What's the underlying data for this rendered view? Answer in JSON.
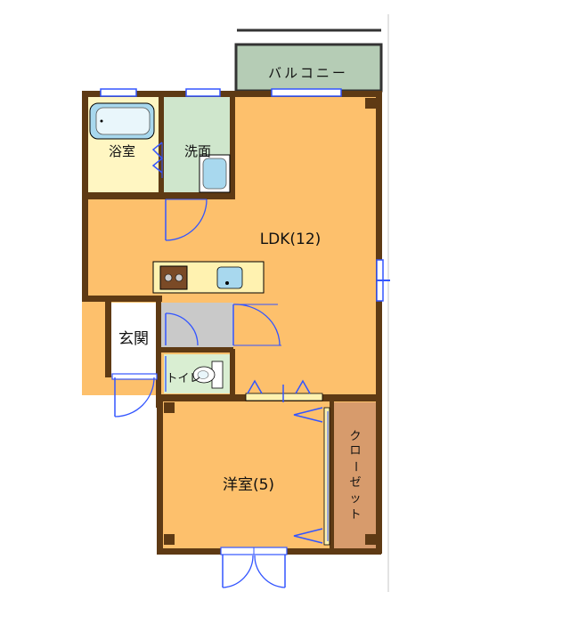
{
  "rooms": {
    "balcony": "バルコニー",
    "bath": "浴室",
    "washroom": "洗面",
    "ldk": "LDK(12)",
    "entrance": "玄関",
    "toilet": "トイレ",
    "western_room": "洋室(5)",
    "closet": [
      "ク",
      "ロ",
      "ー",
      "ゼ",
      "ッ",
      "ト"
    ]
  },
  "colors": {
    "wall": "#5e3a14",
    "floor_main": "#fdc06c",
    "bath_floor": "#fff6c2",
    "wash_floor": "#cfe6cc",
    "toilet_floor": "#d9eed2",
    "hall_floor": "#c9c9c9",
    "entrance_floor": "#ffffff",
    "balcony_floor": "#b5ccb5",
    "closet_floor": "#d79b6c",
    "counter": "#fff2b0",
    "door_blue": "#3355ff",
    "fixture_blue": "#a8d8ee"
  }
}
